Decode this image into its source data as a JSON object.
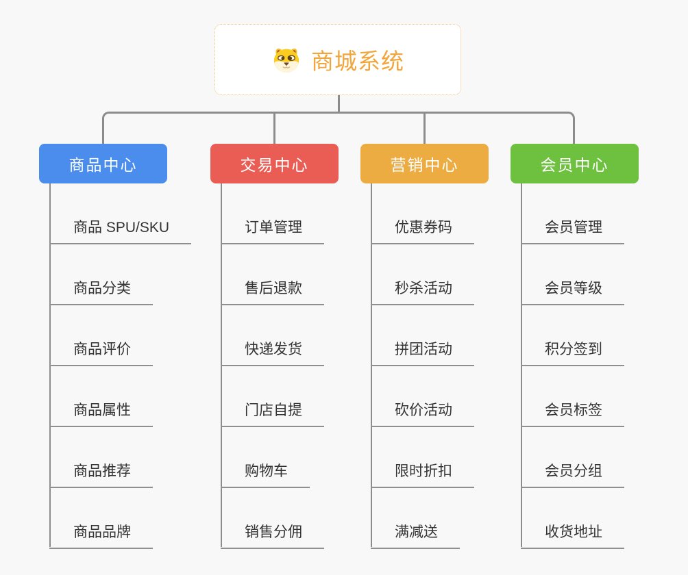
{
  "canvas": {
    "background": "#f8f8f8",
    "connector_color": "#8c8c8c"
  },
  "root": {
    "title": "商城系统",
    "icon": "dog-face-icon",
    "title_color": "#f0a63c",
    "border_color": "#f2c27c"
  },
  "branches": [
    {
      "label": "商品中心",
      "color": "#4a8dec",
      "children": [
        "商品 SPU/SKU",
        "商品分类",
        "商品评价",
        "商品属性",
        "商品推荐",
        "商品品牌"
      ]
    },
    {
      "label": "交易中心",
      "color": "#e95d55",
      "children": [
        "订单管理",
        "售后退款",
        "快递发货",
        "门店自提",
        "购物车",
        "销售分佣"
      ]
    },
    {
      "label": "营销中心",
      "color": "#ecac41",
      "children": [
        "优惠券码",
        "秒杀活动",
        "拼团活动",
        "砍价活动",
        "限时折扣",
        "满减送"
      ]
    },
    {
      "label": "会员中心",
      "color": "#6dc13e",
      "children": [
        "会员管理",
        "会员等级",
        "积分签到",
        "会员标签",
        "会员分组",
        "收货地址"
      ]
    }
  ]
}
